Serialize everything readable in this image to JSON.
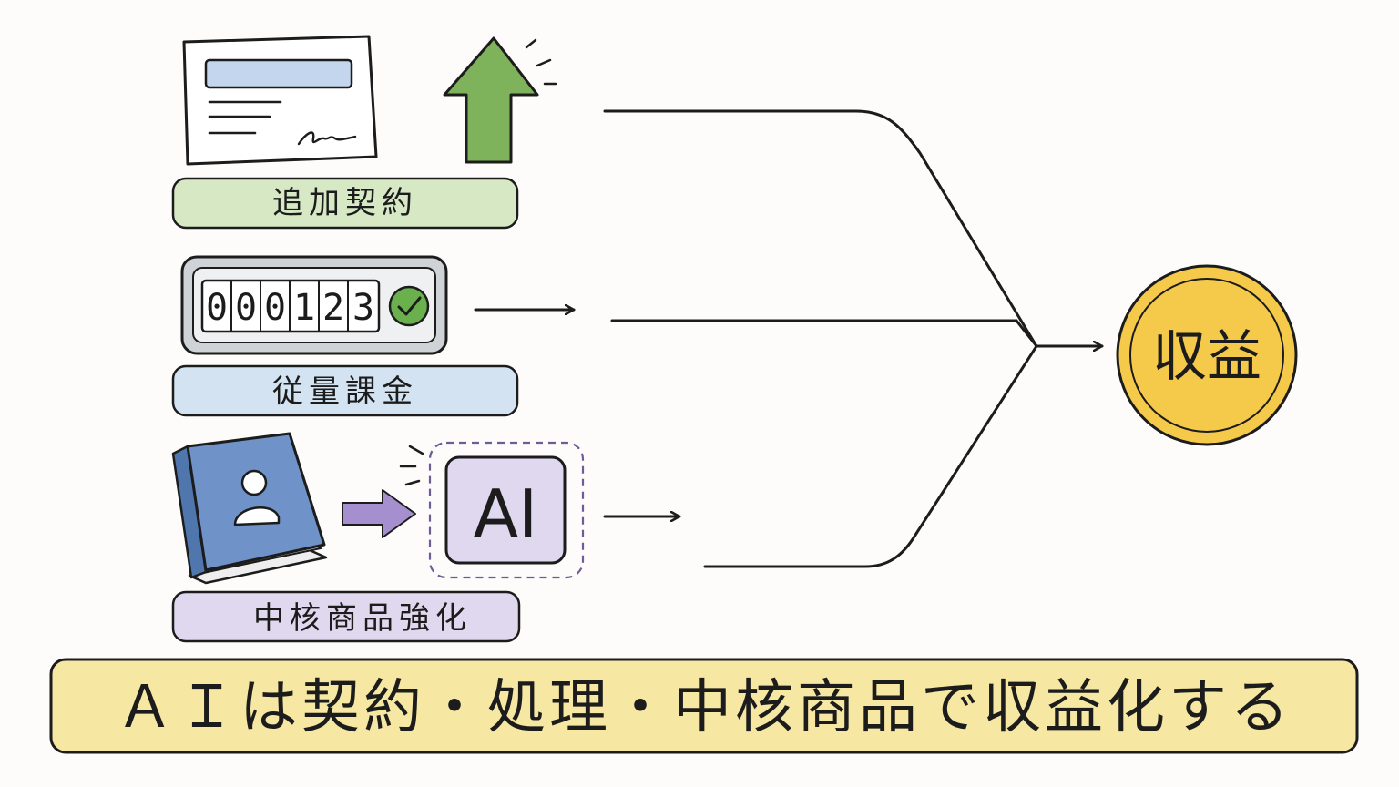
{
  "colors": {
    "ink": "#1c1c1c",
    "green": "#7fb35b",
    "green_pill": "#d6e9c4",
    "blue_pill": "#d3e3f2",
    "purple_pill": "#e0d8ef",
    "book_blue": "#6f93c8",
    "purple": "#a58fce",
    "coin": "#f5c94a",
    "banner": "#f6e7a3",
    "check": "#6ab04c"
  },
  "rows": [
    {
      "label": "追加契約",
      "icon": "contract-document-with-up-arrow"
    },
    {
      "label": "従量課金",
      "icon": "usage-counter",
      "counter": [
        "0",
        "0",
        "0",
        "1",
        "2",
        "3"
      ]
    },
    {
      "label": "中核商品強化",
      "icon": "book-to-ai",
      "ai_text": "AI"
    }
  ],
  "result": {
    "label": "収益",
    "icon": "gold-coin"
  },
  "banner": {
    "text": "ＡＩは契約・処理・中核商品で収益化する"
  }
}
